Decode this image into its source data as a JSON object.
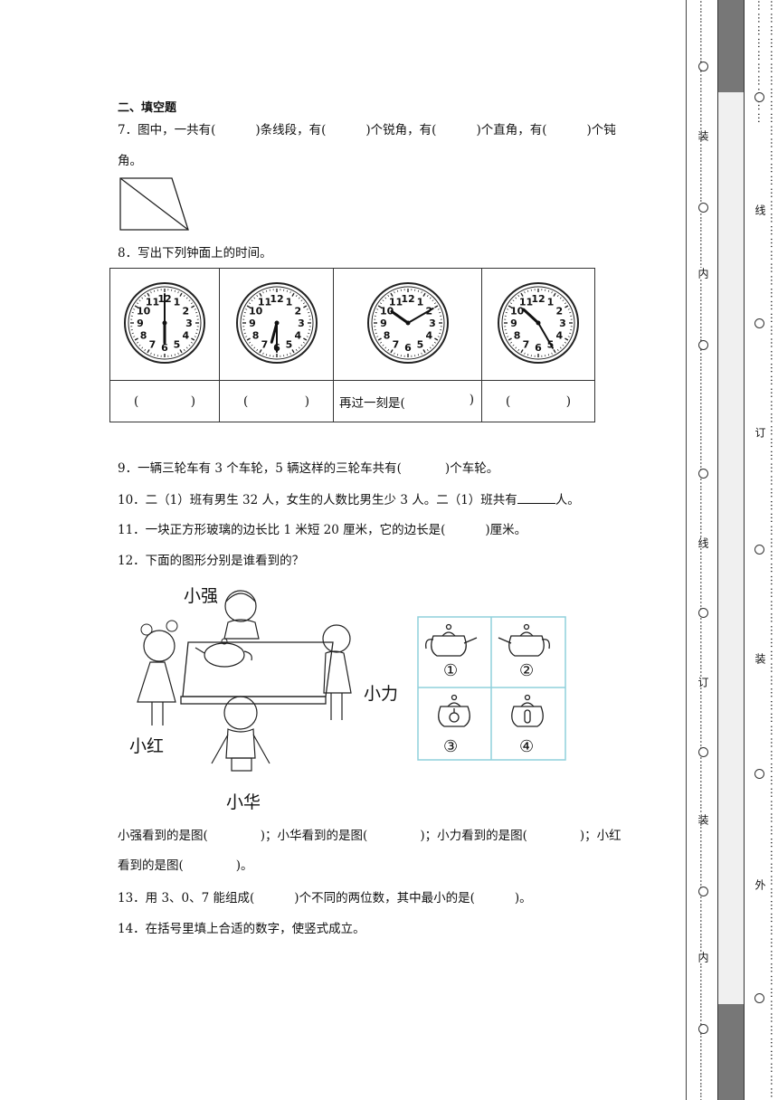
{
  "section": {
    "title": "二、填空题"
  },
  "q7": {
    "part1": "7．图中，一共有(",
    "part2": ")条线段，有(",
    "part3": ")个锐角，有(",
    "part4": ")个直角，有(",
    "part5": ")个钝",
    "line2": "角。"
  },
  "q8": {
    "text": "8．写出下列钟面上的时间。",
    "cells": [
      {
        "open": "(",
        "close": ")"
      },
      {
        "open": "(",
        "close": ")"
      },
      {
        "open": "再过一刻是(",
        "close": ")"
      },
      {
        "open": "(",
        "close": ")"
      }
    ],
    "clocks": [
      {
        "hour": 6,
        "minute": 0
      },
      {
        "hour": 6,
        "minute": 30
      },
      {
        "hour": 10,
        "minute": 10
      },
      {
        "hour": 10,
        "minute": 25
      }
    ]
  },
  "q9": {
    "part1": "9．一辆三轮车有 3 个车轮，5 辆这样的三轮车共有(",
    "part2": ")个车轮。"
  },
  "q10": {
    "part1": "10．二（1）班有男生 32 人，女生的人数比男生少 3 人。二（1）班共有",
    "part2": "人。"
  },
  "q11": {
    "part1": "11．一块正方形玻璃的边长比 1 米短 20 厘米，它的边长是(",
    "part2": ")厘米。"
  },
  "q12": {
    "text": "12．下面的图形分别是谁看到的？",
    "names": {
      "top": "小强",
      "right": "小力",
      "left": "小红",
      "bottom": "小华"
    },
    "views": [
      "①",
      "②",
      "③",
      "④"
    ],
    "answer1": "小强看到的是图(",
    "answer2": ")；小华看到的是图(",
    "answer3": ")；小力看到的是图(",
    "answer4": ")；小红",
    "answer5": "看到的是图(",
    "answer6": ")。"
  },
  "q13": {
    "part1": "13．用 3、0、7 能组成(",
    "part2": ")个不同的两位数，其中最小的是(",
    "part3": ")。"
  },
  "q14": {
    "text": "14．在括号里填上合适的数字，使竖式成立。"
  },
  "binding": {
    "inner": [
      "装",
      "内",
      "线",
      "订",
      "装",
      "内"
    ],
    "outer": [
      "线",
      "订",
      "装",
      "外"
    ]
  }
}
